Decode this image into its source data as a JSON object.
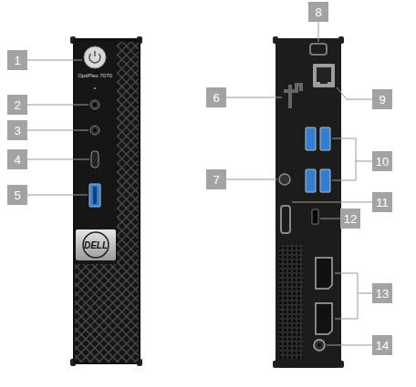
{
  "diagram": {
    "labels": [
      "1",
      "2",
      "3",
      "4",
      "5",
      "OptiPlex 7070",
      "DELL",
      "6",
      "7",
      "8",
      "9",
      "10",
      "11",
      "12",
      "13",
      "14"
    ]
  }
}
